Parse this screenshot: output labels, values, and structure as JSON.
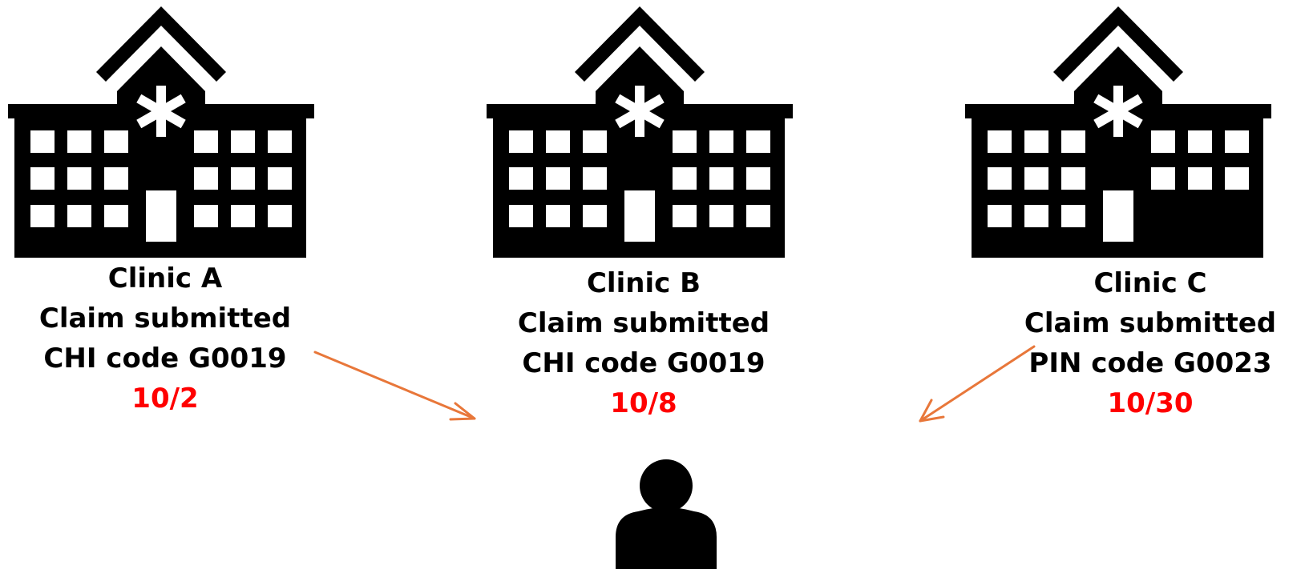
{
  "clinics": [
    {
      "name": "Clinic A",
      "status": "Claim submitted",
      "code": "CHI code G0019",
      "date": "10/2"
    },
    {
      "name": "Clinic B",
      "status": "Claim submitted",
      "code": "CHI code G0019",
      "date": "10/8"
    },
    {
      "name": "Clinic C",
      "status": "Claim submitted",
      "code": "PIN code G0023",
      "date": "10/30"
    }
  ],
  "colors": {
    "date": "#ff0000",
    "arrow": "#e8773a",
    "icon": "#000000"
  },
  "icons": {
    "clinic": "hospital-building-icon",
    "patient": "person-icon"
  }
}
